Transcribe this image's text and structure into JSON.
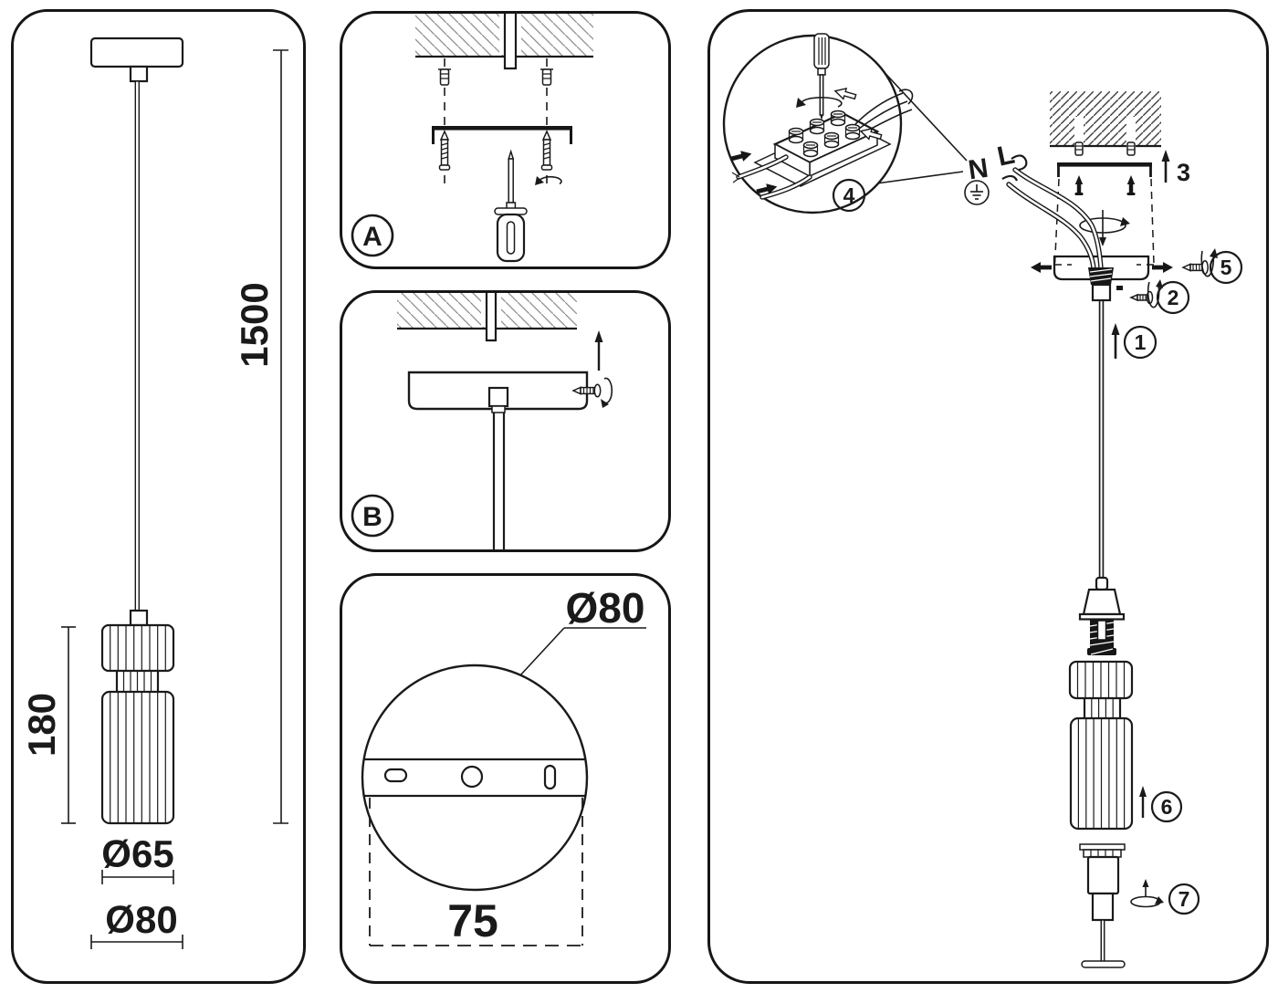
{
  "colors": {
    "line": "#1a1a1a",
    "background": "#ffffff",
    "hatch_light": "#8f8f8f",
    "hatch_dark": "#3f3f3f"
  },
  "dimension_panel": {
    "suspension_length": "1500",
    "shade_height": "180",
    "shade_diameter": "Ø65",
    "canopy_diameter": "Ø80"
  },
  "detail_a": {
    "label": "A"
  },
  "detail_b": {
    "label": "B"
  },
  "canopy_bottom_view": {
    "diameter": "Ø80",
    "mounting_hole_spacing": "75"
  },
  "assembly_panel": {
    "wire_live": "L",
    "wire_neutral": "N",
    "steps": [
      "1",
      "2",
      "3",
      "4",
      "5",
      "6",
      "7"
    ]
  }
}
